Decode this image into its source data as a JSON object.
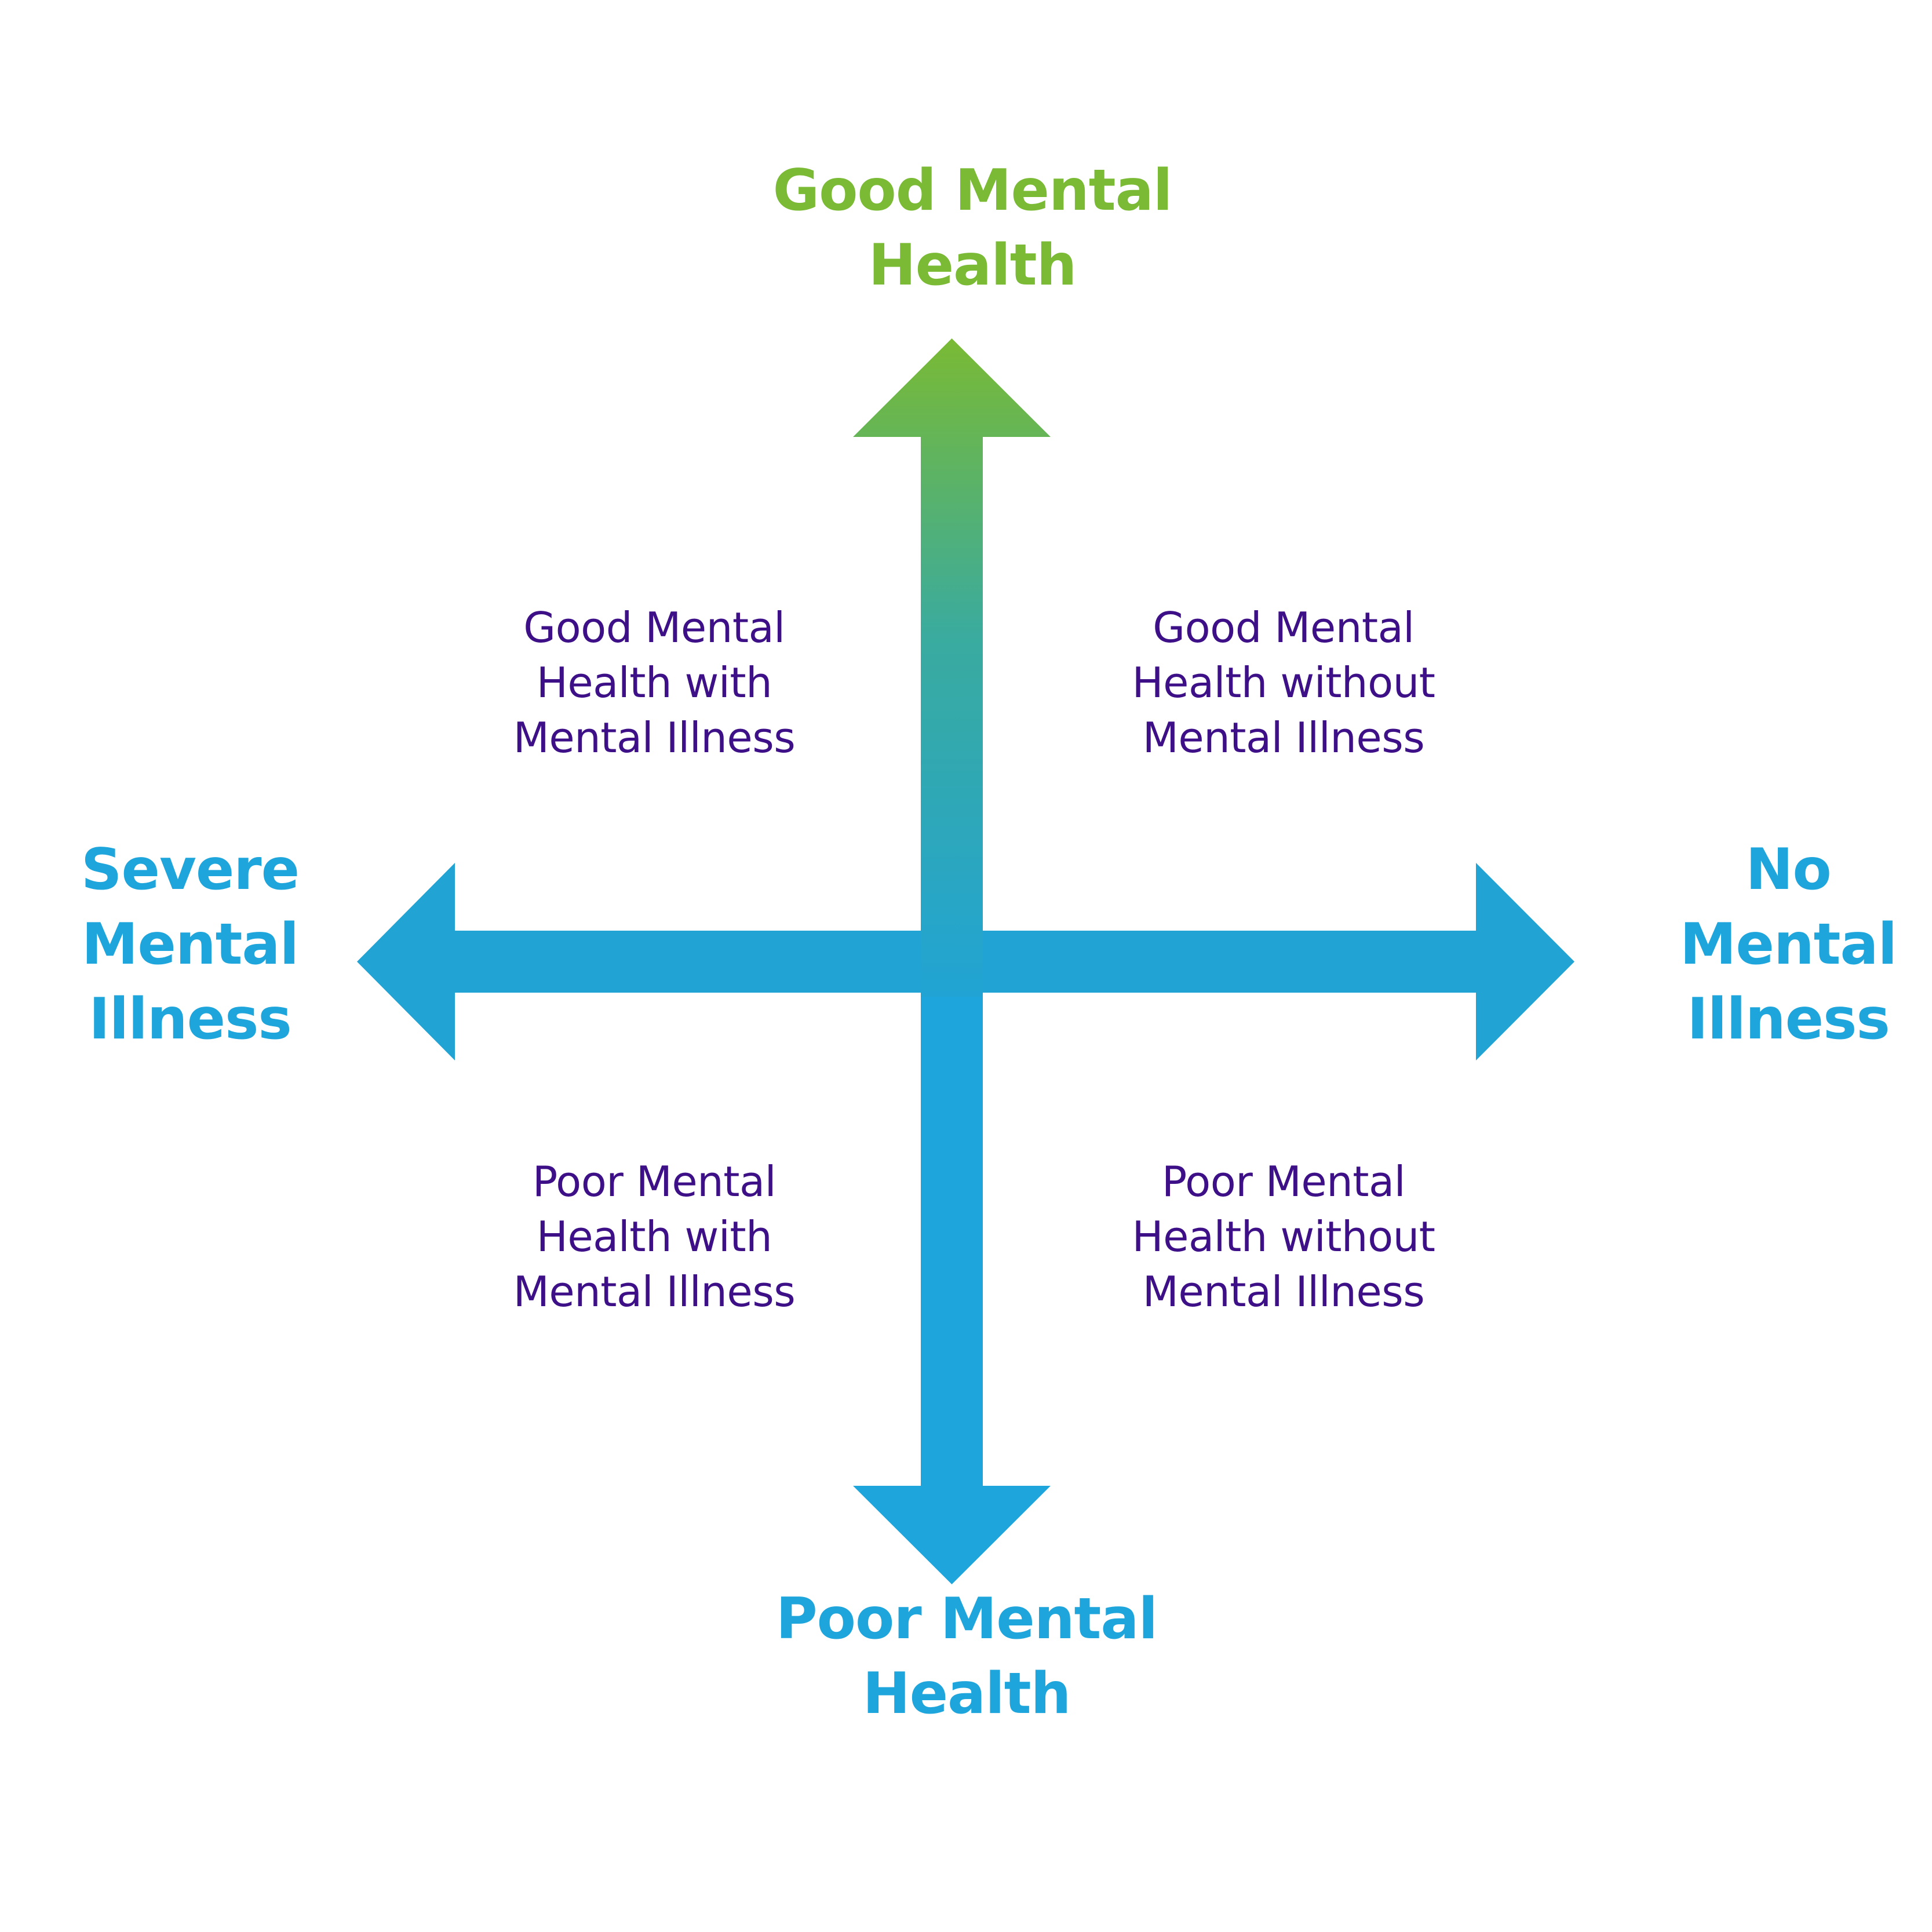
{
  "diagram": {
    "colors": {
      "green": "#7aba34",
      "blue": "#1ea5dc",
      "purple": "#3d1087",
      "gradient_mid": "#3aab9e"
    },
    "axes": {
      "top": {
        "lines": [
          "Good Mental",
          "Health"
        ],
        "color": "#7aba34"
      },
      "bottom": {
        "lines": [
          "Poor Mental",
          "Health"
        ],
        "color": "#1ea5dc"
      },
      "left": {
        "lines": [
          "Severe",
          "Mental",
          "Illness"
        ],
        "color": "#1ea5dc"
      },
      "right": {
        "lines": [
          "No",
          "Mental",
          "Illness"
        ],
        "color": "#1ea5dc"
      }
    },
    "quadrants": {
      "top_left": {
        "lines": [
          "Good Mental",
          "Health with",
          "Mental Illness"
        ]
      },
      "top_right": {
        "lines": [
          "Good Mental",
          "Health without",
          "Mental Illness"
        ]
      },
      "bottom_left": {
        "lines": [
          "Poor Mental",
          "Health with",
          "Mental Illness"
        ]
      },
      "bottom_right": {
        "lines": [
          "Poor Mental",
          "Health without",
          "Mental Illness"
        ]
      }
    },
    "arrow_icons": [
      "arrow-up-icon",
      "arrow-down-icon",
      "arrow-left-icon",
      "arrow-right-icon"
    ]
  }
}
